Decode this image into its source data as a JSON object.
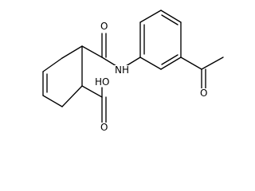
{
  "molecule": {
    "atoms": {
      "amide_o": "O",
      "amide_nh": "NH",
      "acid_oh": "HO",
      "acid_o": "O",
      "ketone_o": "O"
    }
  }
}
